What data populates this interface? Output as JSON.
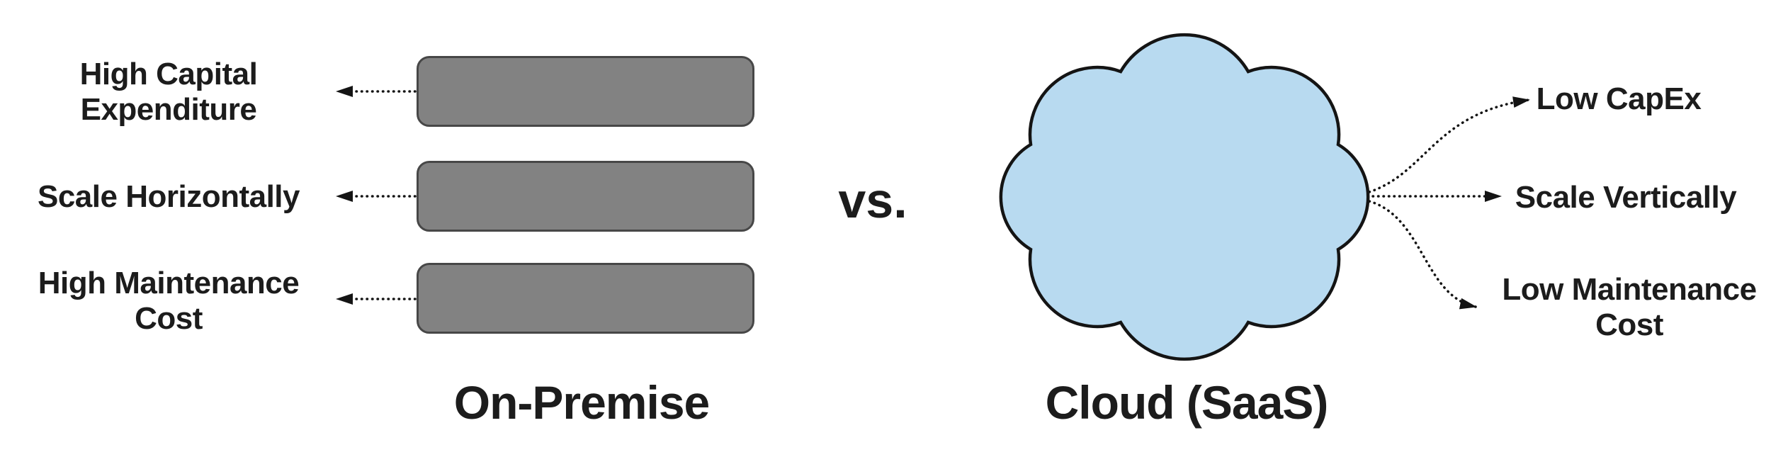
{
  "comparison": {
    "versus_label": "vs.",
    "on_premise": {
      "title": "On-Premise",
      "drawbacks": [
        "High Capital Expenditure",
        "Scale Horizontally",
        "High Maintenance Cost"
      ]
    },
    "cloud": {
      "title": "Cloud (SaaS)",
      "benefits": [
        "Low CapEx",
        "Scale Vertically",
        "Low Maintenance Cost"
      ]
    },
    "colors": {
      "background": "#ffffff",
      "server_box_fill": "#828282",
      "server_box_border": "#474747",
      "cloud_fill": "#b8daf0",
      "cloud_border": "#141414",
      "text": "#1c1c1c"
    }
  }
}
